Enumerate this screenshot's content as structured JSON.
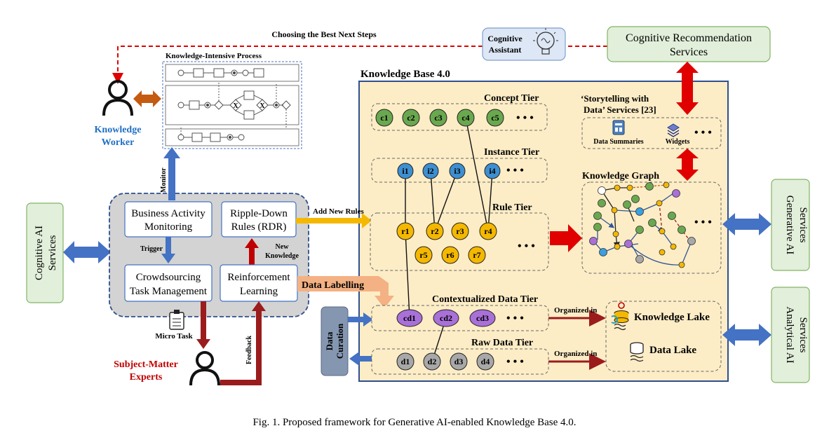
{
  "caption": "Fig. 1.  Proposed framework for Generative AI-enabled Knowledge Base 4.0.",
  "top": {
    "choosing_best": "Choosing the Best Next Steps",
    "cognitive_assistant": [
      "Cognitive",
      "Assistant"
    ],
    "cognitive_recommendation": [
      "Cognitive Recommendation",
      "Services"
    ]
  },
  "process": {
    "title": "Knowledge-Intensive Process",
    "gateway_x": "X"
  },
  "worker": {
    "lines": [
      "Knowledge",
      "Worker"
    ]
  },
  "sme": {
    "lines": [
      "Subject-Matter",
      "Experts"
    ]
  },
  "left_services": {
    "lines": [
      "Cognitive AI",
      "Services"
    ]
  },
  "crowd_panel": {
    "bam": [
      "Business Activity",
      "Monitoring"
    ],
    "rdr": [
      "Ripple-Down",
      "Rules (RDR)"
    ],
    "ctm": [
      "Crowdsourcing",
      "Task Management"
    ],
    "rl": [
      "Reinforcement",
      "Learning"
    ],
    "trigger": "Trigger",
    "new_knowledge": [
      "New",
      "Knowledge"
    ],
    "monitor": "Monitor",
    "micro_task": "Micro Task",
    "feedback": "Feedback"
  },
  "kb": {
    "title": "Knowledge Base 4.0",
    "add_new_rules": "Add New Rules",
    "data_labelling": "Data Labelling",
    "data_curation": [
      "Data",
      "Curation"
    ],
    "concept": {
      "title": "Concept Tier",
      "nodes": [
        "c1",
        "c2",
        "c3",
        "c4",
        "c5"
      ]
    },
    "instance": {
      "title": "Instance Tier",
      "nodes": [
        "i1",
        "i2",
        "i3",
        "i4"
      ]
    },
    "rule": {
      "title": "Rule Tier",
      "nodes": [
        "r1",
        "r2",
        "r3",
        "r4",
        "r5",
        "r6",
        "r7"
      ]
    },
    "contextualized": {
      "title": "Contextualized Data Tier",
      "nodes": [
        "cd1",
        "cd2",
        "cd3"
      ]
    },
    "raw": {
      "title": "Raw Data Tier",
      "nodes": [
        "d1",
        "d2",
        "d3",
        "d4"
      ]
    },
    "ellipsis": "• • •",
    "storytelling": {
      "title": [
        "‘Storytelling with",
        "Data’ Services [23]"
      ],
      "data_summaries": "Data Summaries",
      "widgets": "Widgets"
    },
    "knowledge_graph": "Knowledge Graph",
    "organized_in": "Organized in",
    "knowledge_lake": "Knowledge Lake",
    "data_lake": "Data Lake"
  },
  "right_services": {
    "generative": [
      "Generative AI",
      "Services"
    ],
    "analytical": [
      "Analytical AI",
      "Services"
    ]
  },
  "colors": {
    "concept_node": "#6aa84f",
    "instance_node": "#3d8fd1",
    "rule_node": "#f5b800",
    "cd_node": "#a970d8",
    "raw_node": "#a8a8a8",
    "kb_fill": "#fdedc6",
    "kb_border": "#2f4f8f",
    "service_fill": "#e2efda",
    "service_border": "#82b366",
    "panel_fill": "#d3d3d3",
    "worker_blue": "#1f6fc4",
    "sme_red": "#c00000",
    "arrow_blue": "#4472c4",
    "arrow_red": "#e00000",
    "arrow_darkred": "#9b1c1c",
    "arrow_orange": "#f4b183",
    "arrow_yellow": "#f5b800"
  }
}
